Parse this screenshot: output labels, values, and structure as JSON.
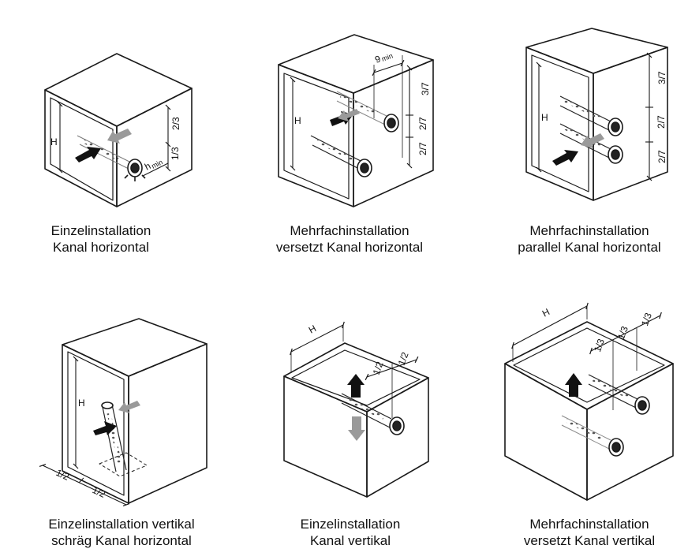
{
  "colors": {
    "line": "#1a1a1a",
    "arrow_dark": "#111111",
    "arrow_light": "#9a9a9a",
    "pipe_fill": "#ffffff",
    "hole": "#555555"
  },
  "panels": [
    {
      "id": "p1",
      "caption": [
        "Einzelinstallation",
        "Kanal horizontal"
      ],
      "labels": {
        "h": "H",
        "upper": "2/3",
        "lower": "1/3",
        "hmin": "h",
        "hmin_sub": "min"
      }
    },
    {
      "id": "p2",
      "caption": [
        "Mehrfachinstallation",
        "versetzt Kanal horizontal"
      ],
      "labels": {
        "h": "H",
        "gap": "9",
        "gap_sub": "min",
        "s1": "3/7",
        "s2": "2/7",
        "s3": "2/7"
      }
    },
    {
      "id": "p3",
      "caption": [
        "Mehrfachinstallation",
        "parallel Kanal horizontal"
      ],
      "labels": {
        "h": "H",
        "s1": "3/7",
        "s2": "2/7",
        "s3": "2/7"
      }
    },
    {
      "id": "p4",
      "caption": [
        "Einzelinstallation vertikal",
        "schräg Kanal horizontal"
      ],
      "labels": {
        "h": "H",
        "b1": "1/2",
        "b2": "1/2"
      }
    },
    {
      "id": "p5",
      "caption": [
        "Einzelinstallation",
        "Kanal vertikal"
      ],
      "labels": {
        "h": "H",
        "w1": "1/2",
        "w2": "1/2"
      }
    },
    {
      "id": "p6",
      "caption": [
        "Mehrfachinstallation",
        "versetzt Kanal vertikal"
      ],
      "labels": {
        "h": "H",
        "w1": "1/3",
        "w2": "1/3",
        "w3": "1/3"
      }
    }
  ]
}
